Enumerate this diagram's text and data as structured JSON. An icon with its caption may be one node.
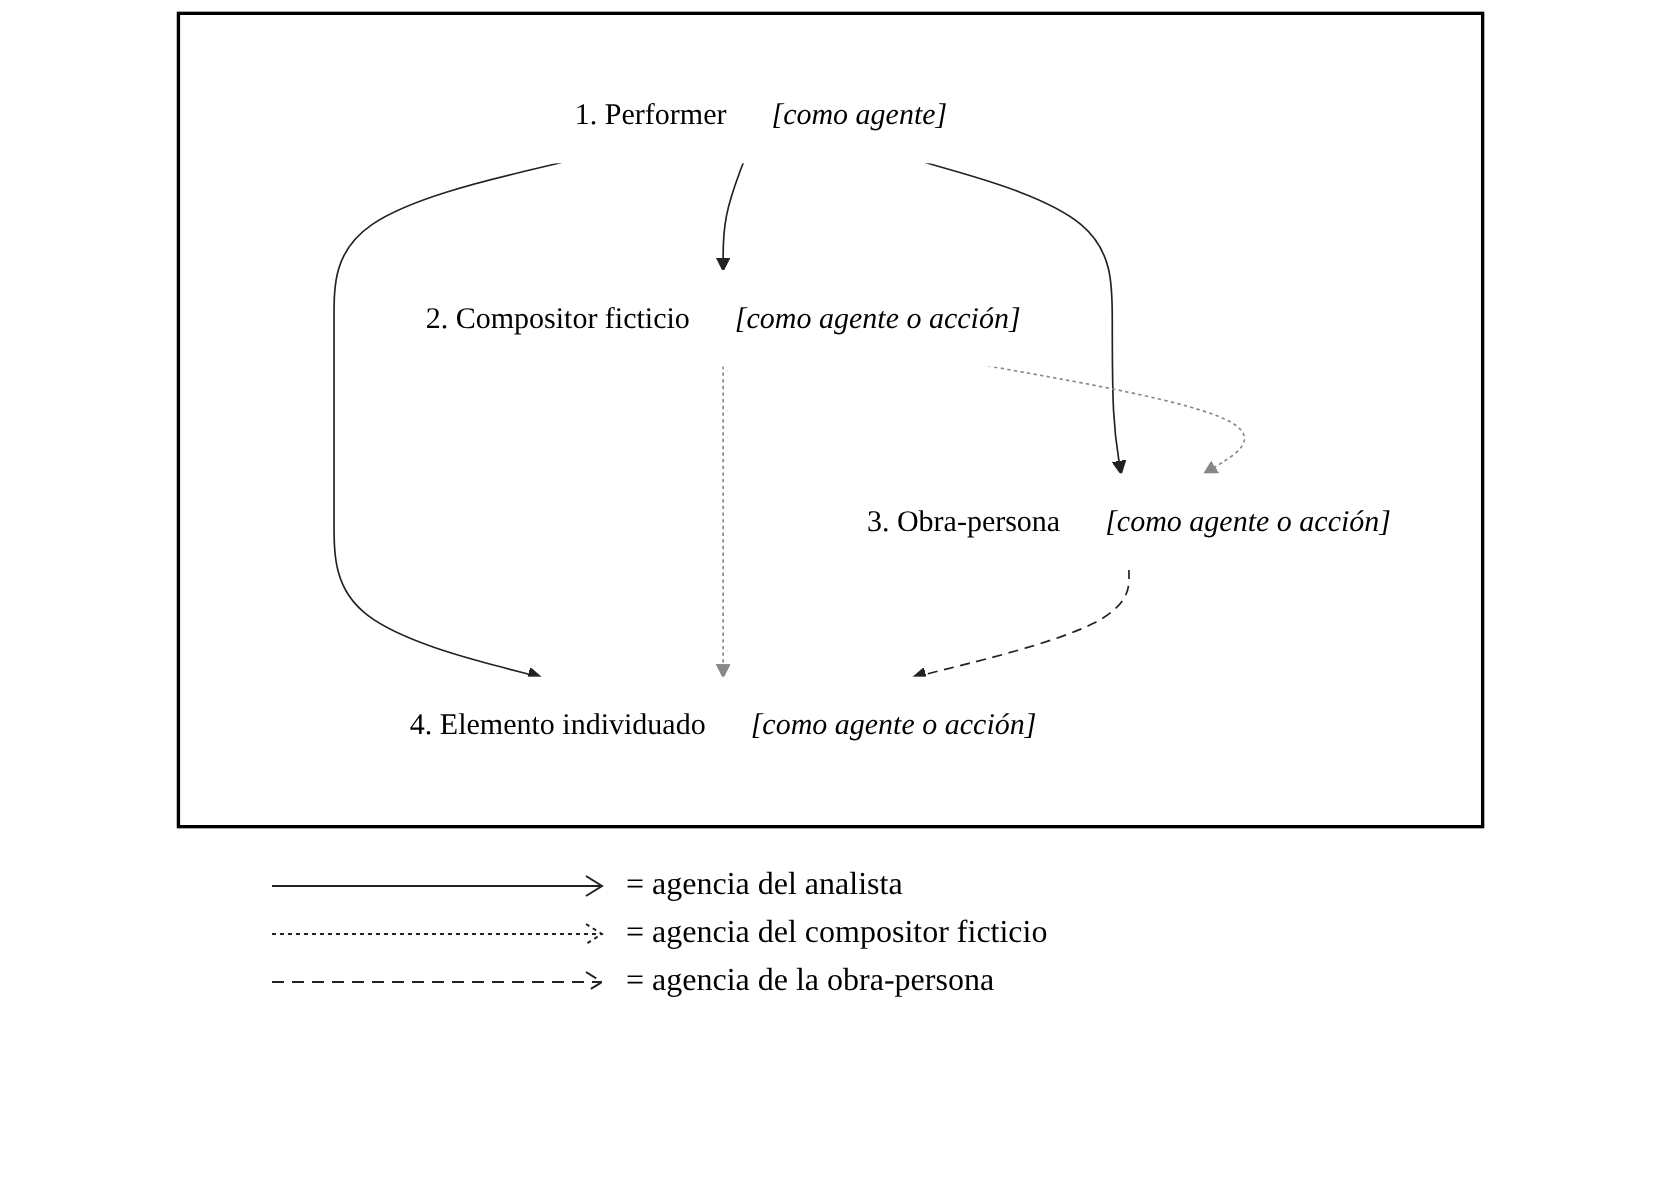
{
  "diagram": {
    "nodes": [
      {
        "text": [],
        "shape": "box"
      },
      {
        "text": [
          "1. Performer",
          "[como agente]"
        ],
        "in": 0
      },
      {
        "text": [
          "2. Compositor ficticio",
          "[como agente o acción]"
        ],
        "in": 0
      },
      {
        "text": [
          "3. Obra-persona",
          "[como agente o acción]"
        ],
        "in": 0
      },
      {
        "text": [
          "4. Elemento individuado",
          "[como agente o acción]"
        ],
        "in": 0
      }
    ],
    "edges": [
      {
        "from": 1,
        "to": 2,
        "arrow": "to"
      },
      {
        "from": 1,
        "to": 3,
        "arrow": "to"
      },
      {
        "from": 1,
        "to": 4,
        "arrow": "to"
      },
      {
        "from": 2,
        "to": 3,
        "arrow": "to",
        "style": "dashed",
        "color": "#888888"
      },
      {
        "from": 2,
        "to": 4,
        "arrow": "to",
        "style": "dashed",
        "color": "#888888"
      },
      {
        "from": 3,
        "to": 4,
        "arrow": "to",
        "style": "dashed"
      }
    ],
    "legend": [
      {
        "text": "= agencia del analista"
      },
      {
        "text": "= agencia del compositor ficticio"
      },
      {
        "text": "= agencia de la obra-persona"
      }
    ]
  }
}
